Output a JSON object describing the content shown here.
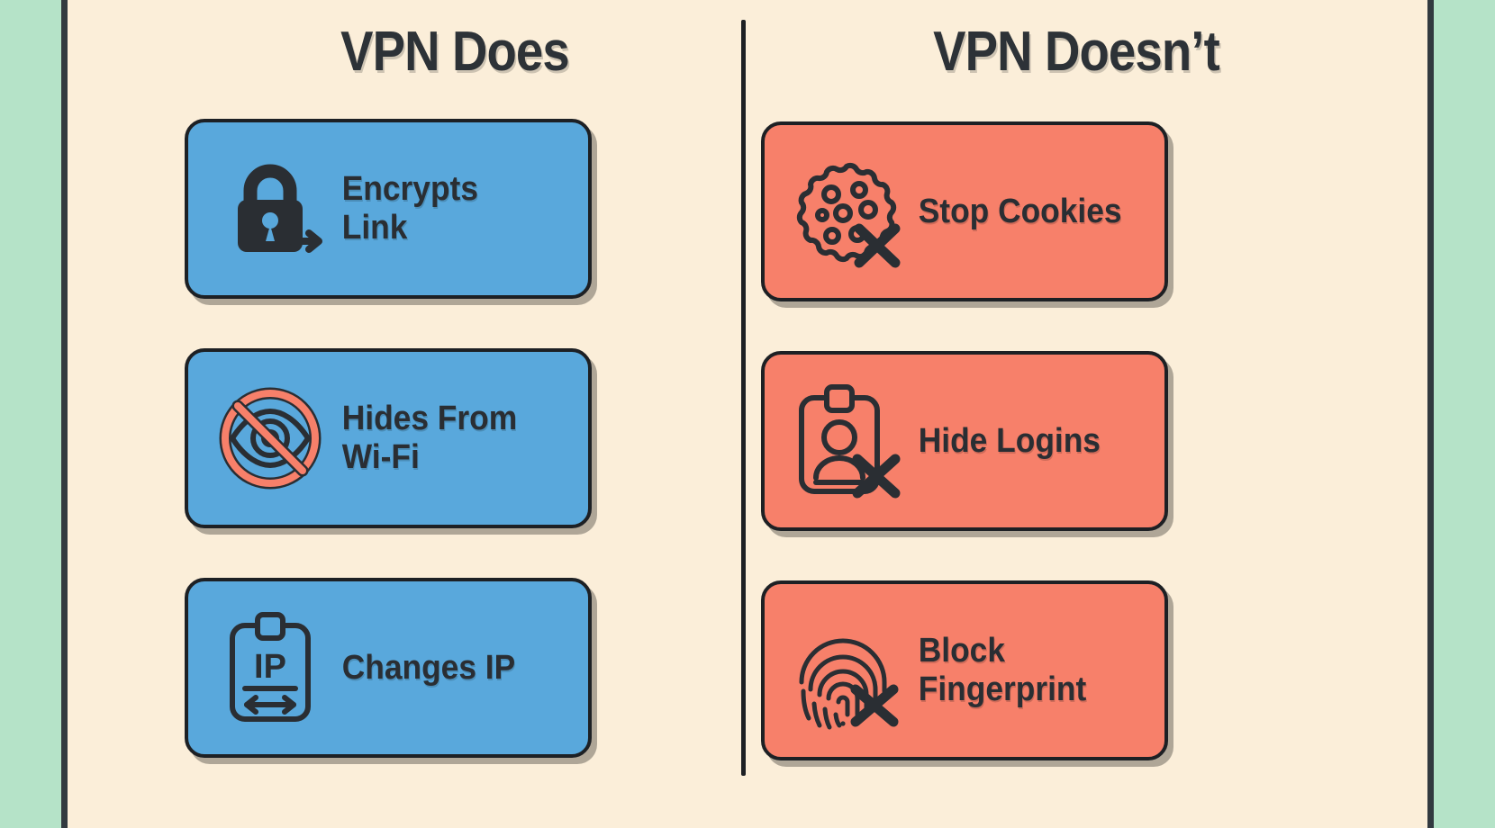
{
  "theme": {
    "page_background": "#fbeed9",
    "side_panel_color": "#b5e3c8",
    "rule_color": "#323a40",
    "does_card_color": "#59a8dc",
    "doesnt_card_color": "#f7806a",
    "ink_color": "#2a2e33"
  },
  "columns": [
    {
      "id": "vpn-does",
      "title": "VPN Does",
      "cards": [
        {
          "icon": "padlock-arrow-icon",
          "label": "Encrypts\nLink"
        },
        {
          "icon": "eye-blocked-icon",
          "label": "Hides From\nWi-Fi"
        },
        {
          "icon": "ip-badge-icon",
          "label": "Changes IP"
        }
      ]
    },
    {
      "id": "vpn-doesnt",
      "title": "VPN Doesn’t",
      "cards": [
        {
          "icon": "cookie-x-icon",
          "label": "Stop Cookies"
        },
        {
          "icon": "id-badge-x-icon",
          "label": "Hide Logins"
        },
        {
          "icon": "fingerprint-x-icon",
          "label": "Block\nFingerprint"
        }
      ]
    }
  ]
}
